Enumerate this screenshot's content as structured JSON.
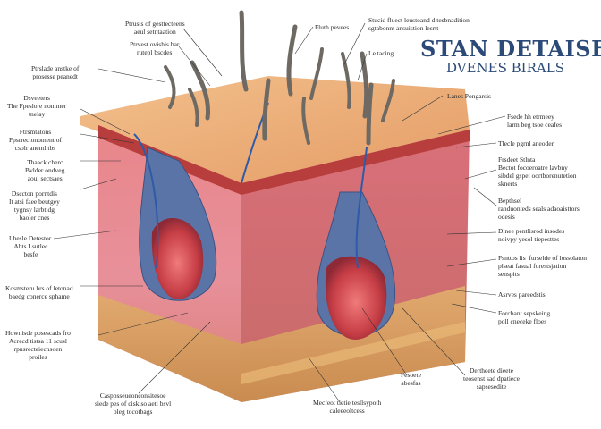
{
  "title": "STAN DETAISE",
  "subtitle": "DVENES   BIRALS",
  "labels": {
    "top_1": "Ptrusts of gesttecteens\naeul setntaation",
    "top_2": "Ptrvest ovishis bar\nrutepl bscdes",
    "top_3": "Fluth pevees",
    "top_4": "Stucid fluect leustoand d tesbnadition\nsgtabonnt ansuistion lesrtt",
    "top_5": "Le tacing",
    "left_1": "Ptrslade anstke of\nprosesse peanedt",
    "left_2": "Dsveeters\nThe Fpeslore nommer\ntnelay",
    "left_3": "Ftrsmtatons\nPpsrrectonoment of\ncsolr anentl tbs",
    "left_4": "Thaack cherc\nBvlder ondveg\naoul sectsaes",
    "left_5": "Dsccton porntdis\nIt atsi faee beutgey\ntygnsy larbtidg\nbaoler cnes",
    "left_6": "Lhesle Detestor.\nAbts Lsutlec\nbesfe",
    "left_7": "Kosmsteru hrs of letonad\nbaedg conerce sphame",
    "left_8": "Hownisde posescads fro\nAcrecd tistsa 11 scusl\nrpnsrecteiechsoen\nproiles",
    "left_9": "Casppsseueonconsitesoe\nsiede pes of ciskiso aetl bsvl\nbleg tocotbags",
    "right_1": "Lanes Pongarsis",
    "right_2": "Fsede hh etrmeey\nlarm beg tsoe ceafes",
    "right_3": "Tlecle pgrnl aneoder",
    "right_4": "Frsdeet Stlnta\nBectot focoeroatre lavbny\nsibdel gspet oortborenutetion\nsknerts",
    "right_5": "Bepthsel\nranduonteds seals adaoaisttors\nodesis",
    "right_6": "Dlnee pentlisrod insodes\nnoivpy yesol tiepesttes",
    "right_7": "Fsnttos lis  furselde of lossolaton\nplseat fasual forestsjation\nsenspits",
    "right_8": "Asrves pareedstis",
    "right_9": "Forcbant sepskeing\npoll cneceke floes",
    "bottom_1": "Fesoete\nabesfas",
    "bottom_2": "Mecfeot tietie tesllsypoth\ncaleeeoltcess",
    "bottom_3": "Dertheete dieete\nteosenst sad dpatiece\nsapsesedite"
  },
  "colors": {
    "surface_top": "#efb27c",
    "dermis": "#e48a80",
    "dermis_dark": "#c8504e",
    "fat_layer": "#d9a06a",
    "hypodermis": "#e7b06a",
    "follicle_blue": "#5a74a8",
    "hair": "#6e6a63",
    "title_blue": "#2c4a78"
  }
}
